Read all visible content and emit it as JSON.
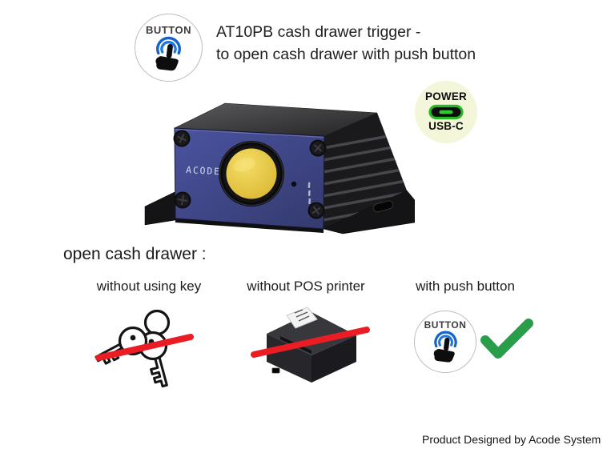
{
  "header": {
    "title_line1": "AT10PB cash drawer trigger -",
    "title_line2": "to open cash drawer with push button"
  },
  "badges": {
    "button": {
      "label": "BUTTON",
      "icon": "tap-finger-icon",
      "arc_color": "#1669d2"
    },
    "power": {
      "line1": "POWER",
      "line2": "USB-C",
      "icon": "usb-c-connector-icon",
      "connector_color": "#25ba25",
      "bg_color": "#f4f6da"
    }
  },
  "product": {
    "brand": "ACODE",
    "panel_color": "#3f4787",
    "push_button_color": "#e7c53c"
  },
  "features": {
    "heading": "open cash drawer :",
    "items": [
      {
        "label": "without using key",
        "icon": "keys-icon",
        "struck_out": true
      },
      {
        "label": "without POS printer",
        "icon": "pos-printer-icon",
        "struck_out": true
      },
      {
        "label": "with push button",
        "icon": "push-button-badge",
        "struck_out": false,
        "check": true
      }
    ]
  },
  "footer": {
    "text": "Product Designed by Acode System"
  },
  "colors": {
    "strike_red": "#ea1c24",
    "check_green": "#2a9d4a",
    "text": "#1d1d1d"
  }
}
